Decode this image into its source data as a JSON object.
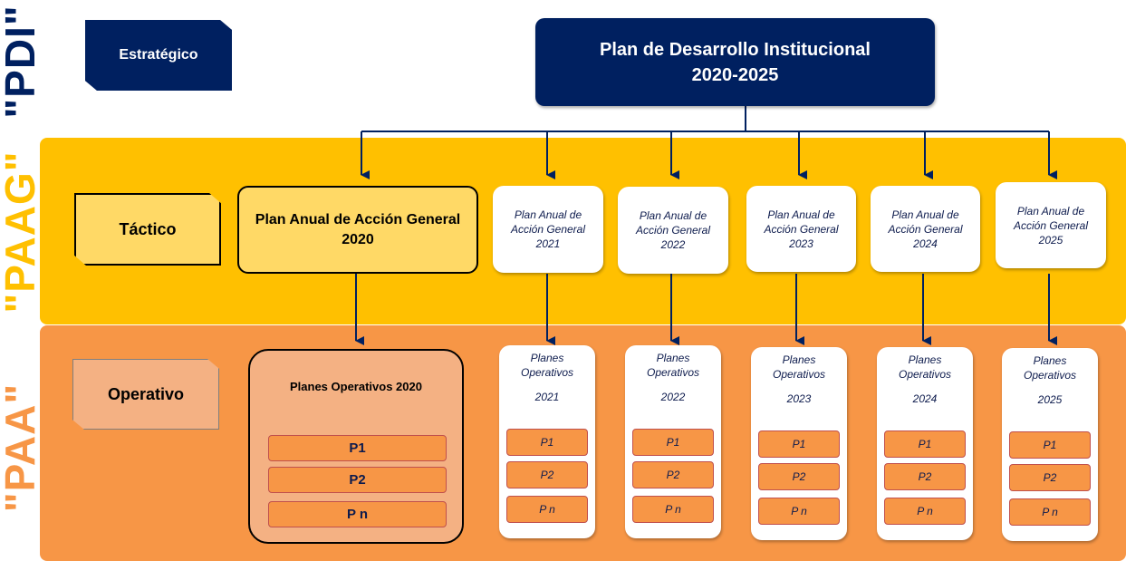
{
  "side_labels": {
    "pdi": "\"PDI\"",
    "paag": "\"PAAG\"",
    "paa": "\"PAA\""
  },
  "levels": {
    "estrategico": "Estratégico",
    "tactico": "Táctico",
    "operativo": "Operativo"
  },
  "pdi": {
    "line1": "Plan de Desarrollo Institucional",
    "line2": "2020-2025"
  },
  "paag_main": {
    "line1": "Plan Anual de Acción General",
    "line2": "2020"
  },
  "paag_cards": [
    {
      "line1": "Plan Anual de",
      "line2": "Acción General",
      "line3": "2021"
    },
    {
      "line1": "Plan Anual de",
      "line2": "Acción General",
      "line3": "2022"
    },
    {
      "line1": "Plan Anual de",
      "line2": "Acción General",
      "line3": "2023"
    },
    {
      "line1": "Plan Anual de",
      "line2": "Acción General",
      "line3": "2024"
    },
    {
      "line1": "Plan  Anual de",
      "line2": "Acción General",
      "line3": "2025"
    }
  ],
  "ops_main": {
    "title": "Planes Operativos 2020",
    "items": [
      "P1",
      "P2",
      "P n"
    ]
  },
  "ops_cards": [
    {
      "line1": "Planes",
      "line2": "Operativos",
      "year": "2021",
      "items": [
        "P1",
        "P2",
        "P n"
      ]
    },
    {
      "line1": "Planes",
      "line2": "Operativos",
      "year": "2022",
      "items": [
        "P1",
        "P2",
        "P n"
      ]
    },
    {
      "line1": "Planes",
      "line2": "Operativos",
      "year": "2023",
      "items": [
        "P1",
        "P2",
        "P n"
      ]
    },
    {
      "line1": "Planes",
      "line2": "Operativos",
      "year": "2024",
      "items": [
        "P1",
        "P2",
        "P n"
      ]
    },
    {
      "line1": "Planes",
      "line2": "Operativos",
      "year": "2025",
      "items": [
        "P1",
        "P2",
        "P n"
      ]
    }
  ],
  "colors": {
    "navy": "#002060",
    "yellow": "#ffc000",
    "orange": "#f79646",
    "light_yellow": "#ffd966",
    "light_orange": "#f4b183"
  }
}
